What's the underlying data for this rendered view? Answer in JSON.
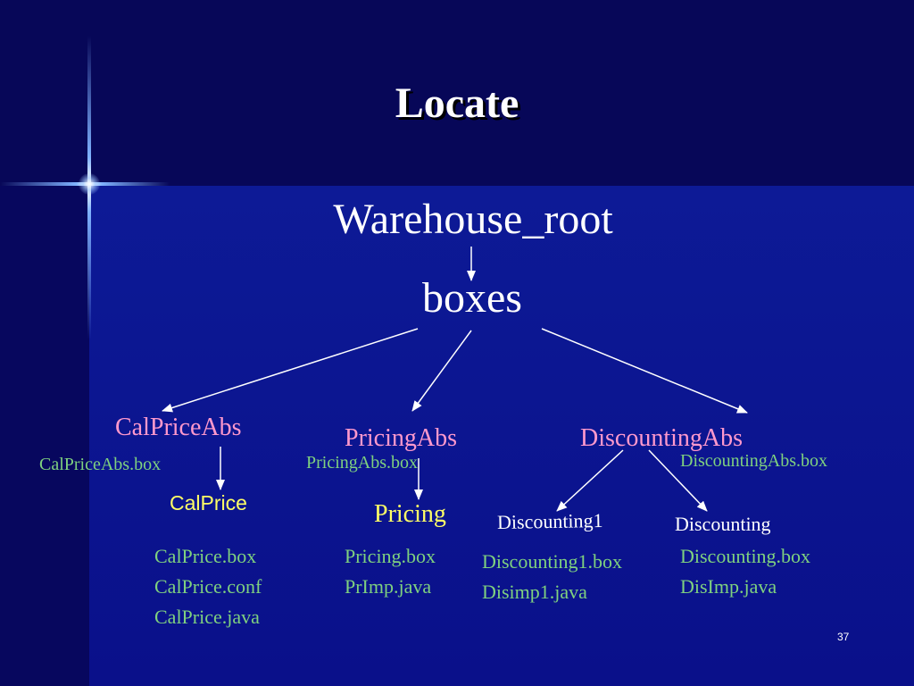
{
  "title": "Locate",
  "root": "Warehouse_root",
  "boxes": "boxes",
  "nodes": {
    "calpriceabs": {
      "label": "CalPriceAbs",
      "file": "CalPriceAbs.box"
    },
    "pricingabs": {
      "label": "PricingAbs",
      "file": "PricingAbs.box"
    },
    "discountingabs": {
      "label": "DiscountingAbs",
      "file": "DiscountingAbs.box"
    },
    "calprice": {
      "label": "CalPrice",
      "files": [
        "CalPrice.box",
        "CalPrice.conf",
        "CalPrice.java"
      ]
    },
    "pricing": {
      "label": "Pricing",
      "files": [
        "Pricing.box",
        "PrImp.java"
      ]
    },
    "discounting1": {
      "label": "Discounting1",
      "files": [
        "Discounting1.box",
        "Disimp1.java"
      ]
    },
    "discounting": {
      "label": "Discounting",
      "files": [
        "Discounting.box",
        "DisImp.java"
      ]
    }
  },
  "page_number": "37",
  "colors": {
    "background": "#0a0a74",
    "title": "#ffffff",
    "abstract_label": "#ff99cc",
    "calprice_label": "#ffff66",
    "file_text": "#7fd17f",
    "arrows": "#ffffff"
  }
}
